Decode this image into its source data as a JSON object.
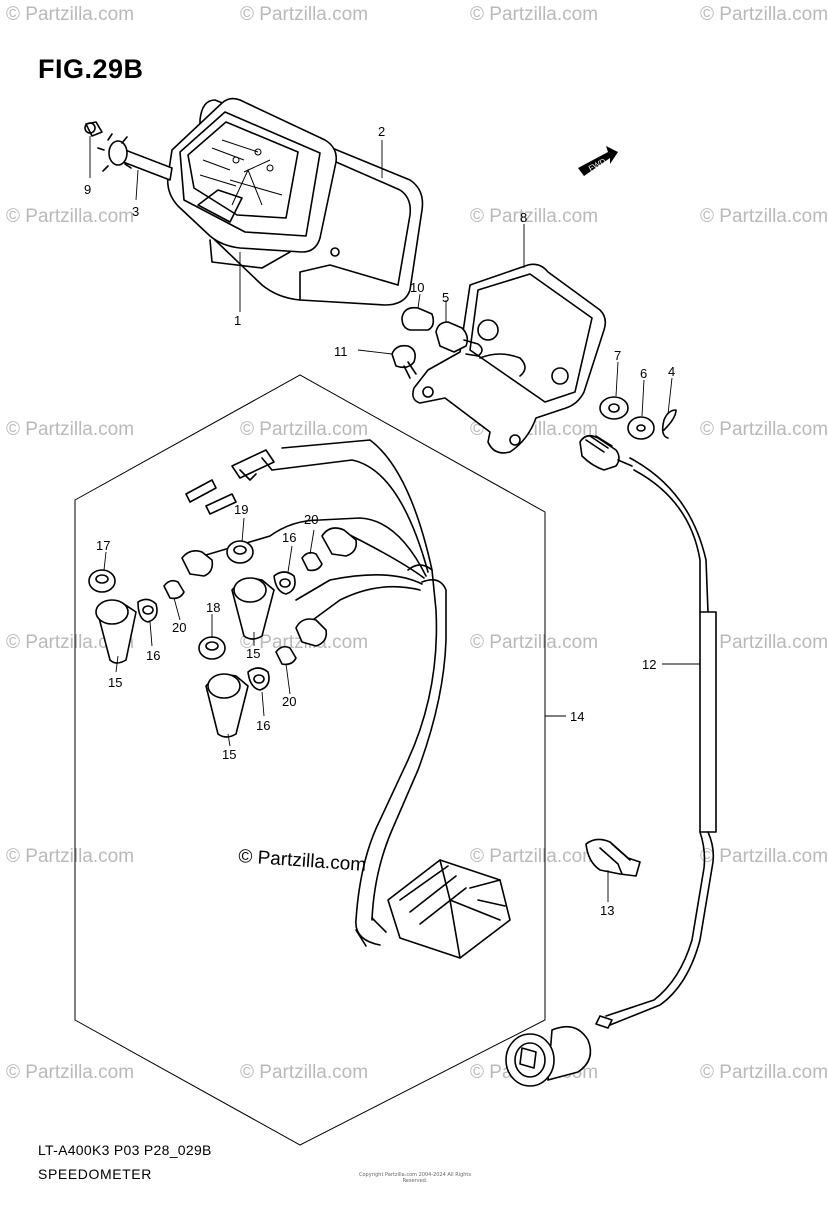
{
  "figure": {
    "title": "FIG.29B",
    "model_code": "LT-A400K3 P03 P28_029B",
    "section_name": "SPEEDOMETER",
    "fine_print": "Copyright Partzilla.com 2004-2024 All Rights Reserved."
  },
  "watermark": {
    "text": "© Partzilla.com",
    "center_text": "© Partzilla.com"
  },
  "direction_marker": {
    "label": "FWD"
  },
  "callouts": [
    {
      "id": "1",
      "label": "1"
    },
    {
      "id": "2",
      "label": "2"
    },
    {
      "id": "3",
      "label": "3"
    },
    {
      "id": "4",
      "label": "4"
    },
    {
      "id": "5",
      "label": "5"
    },
    {
      "id": "6",
      "label": "6"
    },
    {
      "id": "7",
      "label": "7"
    },
    {
      "id": "8",
      "label": "8"
    },
    {
      "id": "9",
      "label": "9"
    },
    {
      "id": "10",
      "label": "10"
    },
    {
      "id": "11",
      "label": "11"
    },
    {
      "id": "12",
      "label": "12"
    },
    {
      "id": "13",
      "label": "13"
    },
    {
      "id": "14",
      "label": "14"
    },
    {
      "id": "15",
      "label": "15"
    },
    {
      "id": "16",
      "label": "16"
    },
    {
      "id": "17",
      "label": "17"
    },
    {
      "id": "18",
      "label": "18"
    },
    {
      "id": "19",
      "label": "19"
    },
    {
      "id": "20",
      "label": "20"
    }
  ]
}
